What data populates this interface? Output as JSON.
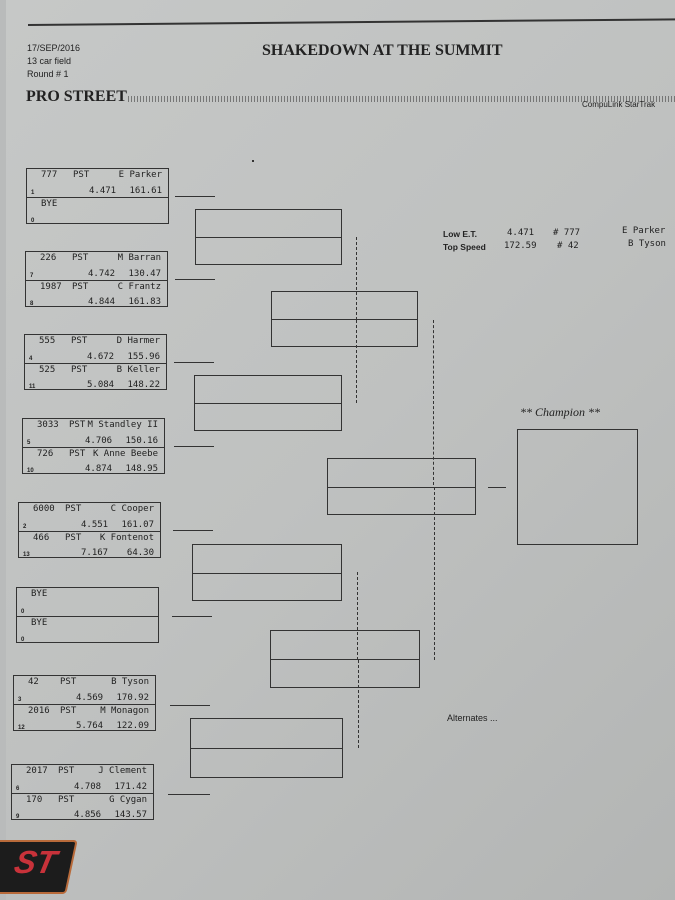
{
  "header": {
    "date": "17/SEP/2016",
    "field": "13 car field",
    "round": "Round # 1",
    "title": "SHAKEDOWN AT THE SUMMIT",
    "class_title": "PRO STREET",
    "software": "CompuLink StarTrak"
  },
  "records": {
    "low_et": {
      "label": "Low  E.T.",
      "value": "4.471",
      "car": "# 777",
      "driver": "E Parker"
    },
    "top_speed": {
      "label": "Top Speed",
      "value": "172.59",
      "car": "# 42",
      "driver": "B Tyson"
    }
  },
  "champion_label": "** Champion **",
  "alternates_label": "Alternates ...",
  "logo_text": "ST",
  "pairs": [
    [
      {
        "num": "777",
        "cls": "PST",
        "name": "E Parker",
        "seed": "1",
        "et": "4.471",
        "speed": "161.61"
      },
      {
        "num": "BYE",
        "cls": "",
        "name": "",
        "seed": "0",
        "et": "",
        "speed": ""
      }
    ],
    [
      {
        "num": "226",
        "cls": "PST",
        "name": "M Barran",
        "seed": "7",
        "et": "4.742",
        "speed": "130.47"
      },
      {
        "num": "1987",
        "cls": "PST",
        "name": "C Frantz",
        "seed": "8",
        "et": "4.844",
        "speed": "161.83"
      }
    ],
    [
      {
        "num": "555",
        "cls": "PST",
        "name": "D Harmer",
        "seed": "4",
        "et": "4.672",
        "speed": "155.96"
      },
      {
        "num": "525",
        "cls": "PST",
        "name": "B Keller",
        "seed": "11",
        "et": "5.084",
        "speed": "148.22"
      }
    ],
    [
      {
        "num": "3033",
        "cls": "PST",
        "name": "M Standley II",
        "seed": "5",
        "et": "4.706",
        "speed": "150.16"
      },
      {
        "num": "726",
        "cls": "PST",
        "name": "K Anne Beebe",
        "seed": "10",
        "et": "4.874",
        "speed": "148.95"
      }
    ],
    [
      {
        "num": "6000",
        "cls": "PST",
        "name": "C Cooper",
        "seed": "2",
        "et": "4.551",
        "speed": "161.07"
      },
      {
        "num": "466",
        "cls": "PST",
        "name": "K Fontenot",
        "seed": "13",
        "et": "7.167",
        "speed": "64.30"
      }
    ],
    [
      {
        "num": "BYE",
        "cls": "",
        "name": "",
        "seed": "0",
        "et": "",
        "speed": ""
      },
      {
        "num": "BYE",
        "cls": "",
        "name": "",
        "seed": "0",
        "et": "",
        "speed": ""
      }
    ],
    [
      {
        "num": "42",
        "cls": "PST",
        "name": "B Tyson",
        "seed": "3",
        "et": "4.569",
        "speed": "170.92"
      },
      {
        "num": "2016",
        "cls": "PST",
        "name": "M Monagon",
        "seed": "12",
        "et": "5.764",
        "speed": "122.09"
      }
    ],
    [
      {
        "num": "2017",
        "cls": "PST",
        "name": "J Clement",
        "seed": "6",
        "et": "4.708",
        "speed": "171.42"
      },
      {
        "num": "170",
        "cls": "PST",
        "name": "G Cygan",
        "seed": "9",
        "et": "4.856",
        "speed": "143.57"
      }
    ]
  ]
}
